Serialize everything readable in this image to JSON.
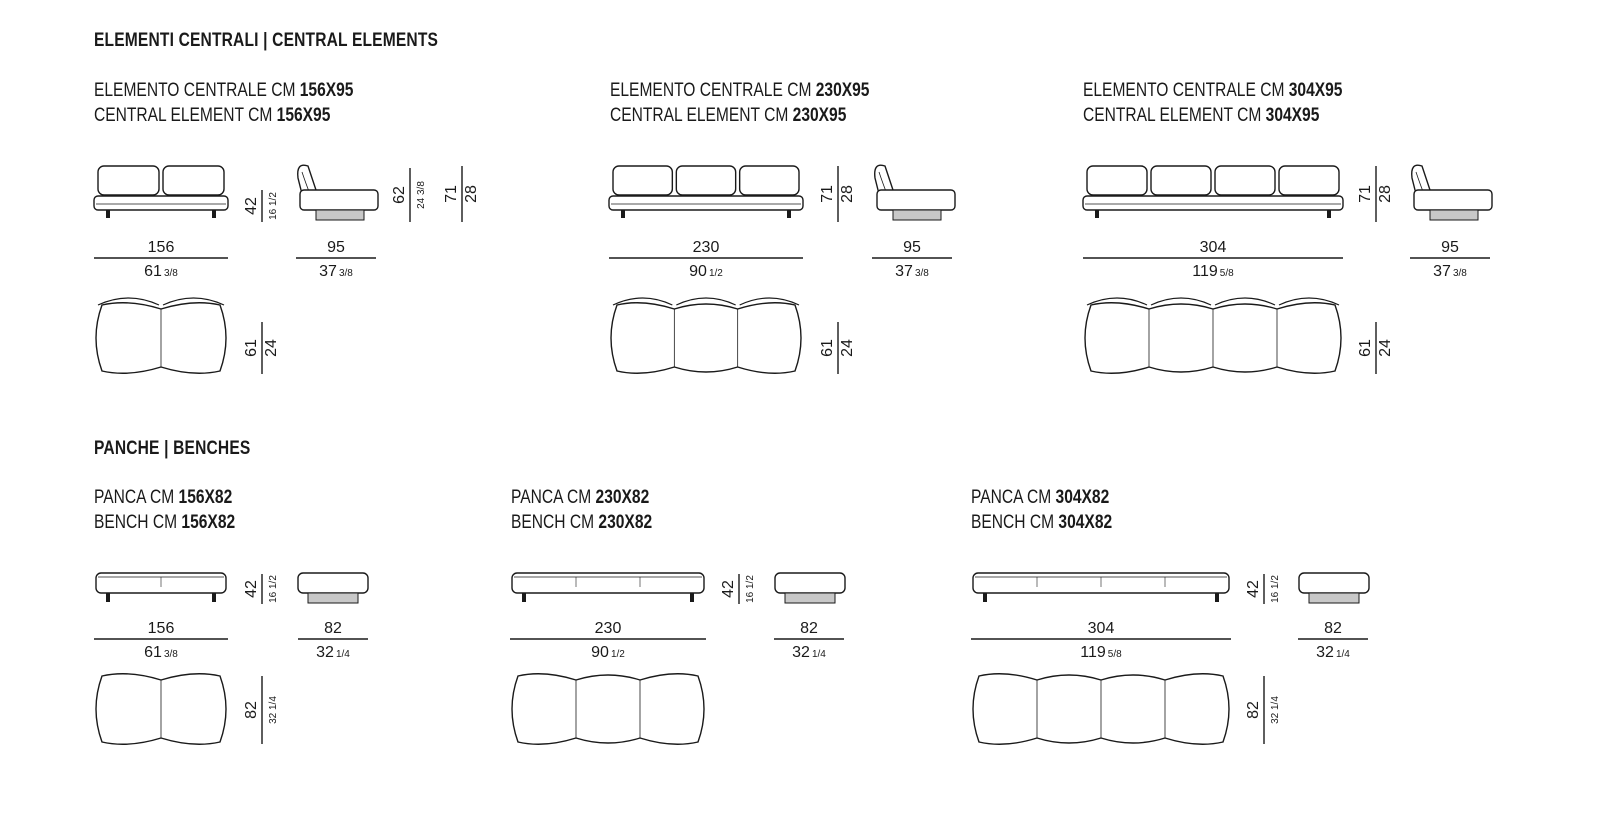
{
  "sections": [
    {
      "title": "ELEMENTI CENTRALI | CENTRAL ELEMENTS",
      "items": [
        {
          "it_prefix": "ELEMENTO CENTRALE CM ",
          "en_prefix": "CENTRAL ELEMENT CM ",
          "size": "156X95",
          "width_cm": "156",
          "width_in": "61",
          "width_in_frac": "3/8",
          "depth_cm": "95",
          "depth_in": "37",
          "depth_in_frac": "3/8",
          "height_cm": "42",
          "height_in": "16 1/2",
          "side_h_cm": "62",
          "side_h_in": "24 3/8",
          "side_total_cm": "71",
          "side_total_in": "28",
          "seat_d_cm": "61",
          "seat_d_in": "24"
        },
        {
          "it_prefix": "ELEMENTO CENTRALE CM ",
          "en_prefix": "CENTRAL ELEMENT CM ",
          "size": "230X95",
          "width_cm": "230",
          "width_in": "90",
          "width_in_frac": "1/2",
          "depth_cm": "95",
          "depth_in": "37",
          "depth_in_frac": "3/8",
          "height_cm": "71",
          "height_in": "28",
          "seat_d_cm": "61",
          "seat_d_in": "24"
        },
        {
          "it_prefix": "ELEMENTO CENTRALE CM ",
          "en_prefix": "CENTRAL ELEMENT CM ",
          "size": "304X95",
          "width_cm": "304",
          "width_in": "119",
          "width_in_frac": "5/8",
          "depth_cm": "95",
          "depth_in": "37",
          "depth_in_frac": "3/8",
          "height_cm": "71",
          "height_in": "28",
          "seat_d_cm": "61",
          "seat_d_in": "24"
        }
      ]
    },
    {
      "title": "PANCHE | BENCHES",
      "items": [
        {
          "it_prefix": "PANCA CM ",
          "en_prefix": "BENCH CM ",
          "size": "156X82",
          "width_cm": "156",
          "width_in": "61",
          "width_in_frac": "3/8",
          "depth_cm": "82",
          "depth_in": "32",
          "depth_in_frac": "1/4",
          "height_cm": "42",
          "height_in": "16 1/2",
          "plan_d_cm": "82",
          "plan_d_in": "32 1/4"
        },
        {
          "it_prefix": "PANCA CM ",
          "en_prefix": "BENCH CM ",
          "size": "230X82",
          "width_cm": "230",
          "width_in": "90",
          "width_in_frac": "1/2",
          "depth_cm": "82",
          "depth_in": "32",
          "depth_in_frac": "1/4",
          "height_cm": "42",
          "height_in": "16 1/2",
          "plan_d_cm": "82",
          "plan_d_in": "32 1/4"
        },
        {
          "it_prefix": "PANCA CM ",
          "en_prefix": "BENCH CM ",
          "size": "304X82",
          "width_cm": "304",
          "width_in": "119",
          "width_in_frac": "5/8",
          "depth_cm": "82",
          "depth_in": "32",
          "depth_in_frac": "1/4",
          "height_cm": "42",
          "height_in": "16 1/2",
          "plan_d_cm": "82",
          "plan_d_in": "32 1/4"
        }
      ]
    }
  ],
  "colors": {
    "ink": "#1a1a1a",
    "fill": "#ffffff",
    "shade": "#c8c8c8"
  }
}
